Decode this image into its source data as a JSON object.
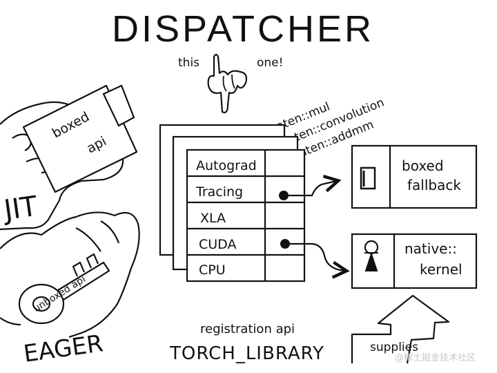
{
  "title": "DISPATCHER",
  "pointer_note": {
    "left": "this",
    "right": "one!"
  },
  "operators": [
    "aten::mul",
    "aten::convolution",
    "aten::addmm"
  ],
  "dispatch_table": {
    "keys": [
      "Autograd",
      "Tracing",
      "XLA",
      "CUDA",
      "CPU"
    ],
    "filled_rows": [
      "Tracing",
      "CUDA"
    ]
  },
  "kernels": {
    "boxed": {
      "line1": "boxed",
      "line2": "fallback"
    },
    "native": {
      "line1": "native::",
      "line2": "kernel"
    }
  },
  "left_hands": {
    "jit_label": "JIT",
    "boxed_api_line1": "boxed",
    "boxed_api_line2": "api",
    "eager_label": "EAGER",
    "unboxed_api": "unboxed api"
  },
  "bottom": {
    "registration": "registration api",
    "torch_library": "TORCH_LIBRARY",
    "supplies": "supplies"
  },
  "watermark": "@稀土掘金技术社区"
}
